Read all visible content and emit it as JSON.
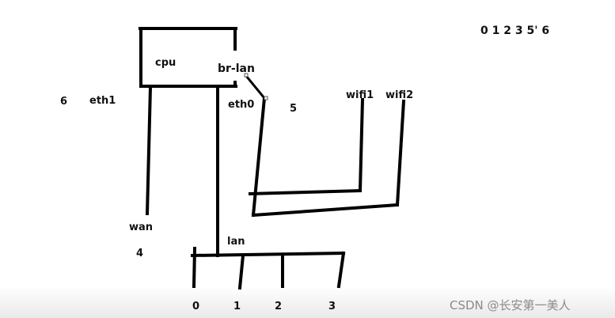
{
  "labels": {
    "cpu": "cpu",
    "br_lan": "br-lan",
    "eth0": "eth0",
    "eth1": "eth1",
    "eth1_num": "6",
    "eth0_num": "5",
    "wifi1": "wifi1",
    "wifi2": "wifi2",
    "wan": "wan",
    "wan_num": "4",
    "lan": "lan",
    "ports": [
      "0",
      "1",
      "2",
      "3"
    ],
    "legend": "0 1 2 3 5' 6"
  },
  "watermark": "CSDN @长安第一美人"
}
